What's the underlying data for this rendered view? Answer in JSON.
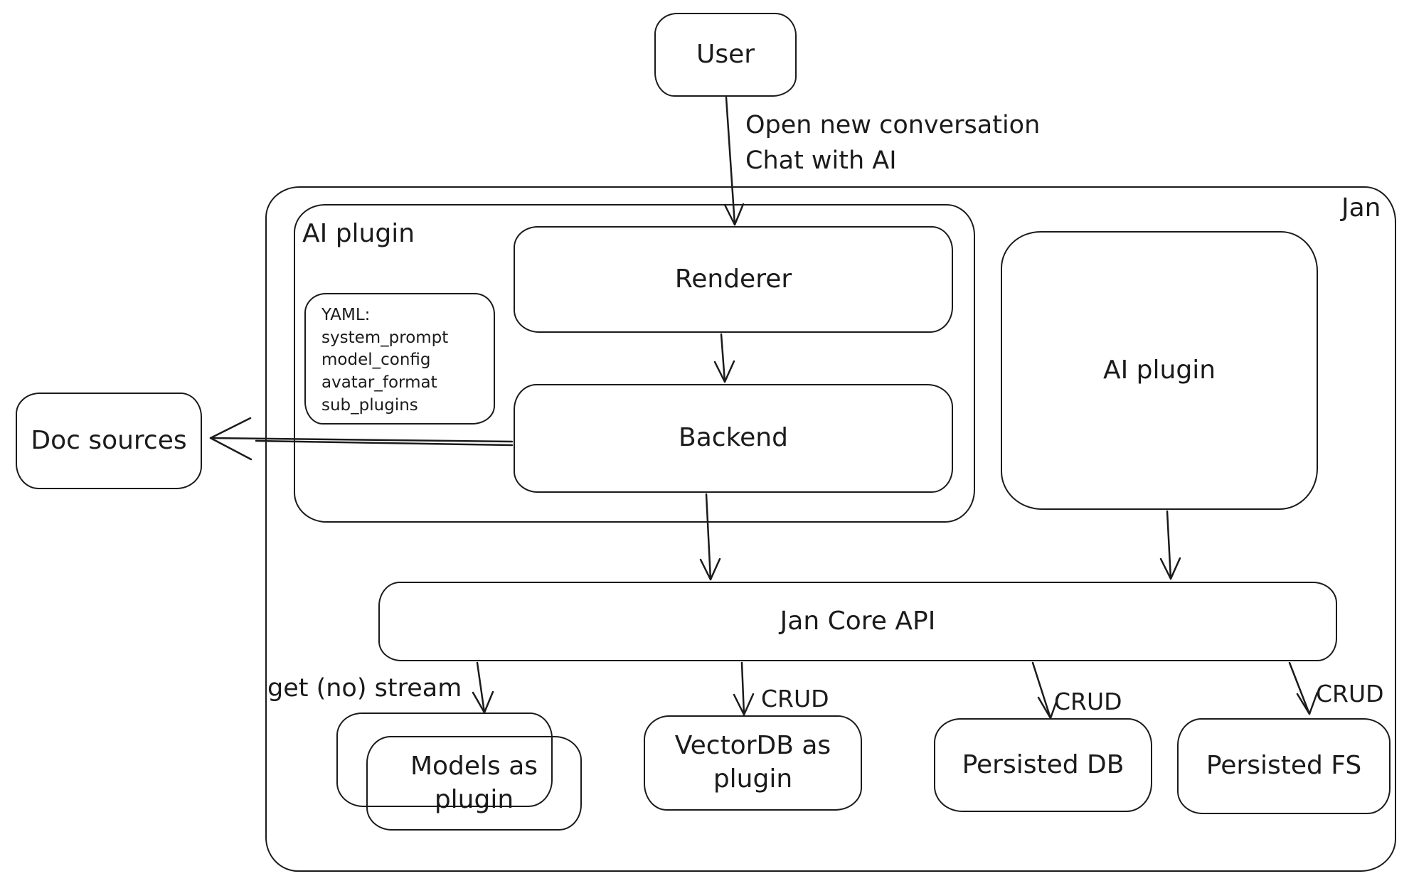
{
  "diagram": {
    "nodes": {
      "user": {
        "label": "User"
      },
      "jan_container": {
        "label": "Jan"
      },
      "ai_plugin_container": {
        "label": "AI plugin"
      },
      "renderer": {
        "label": "Renderer"
      },
      "yaml_note": {
        "lines": [
          "YAML:",
          "system_prompt",
          "model_config",
          "avatar_format",
          "sub_plugins"
        ]
      },
      "backend": {
        "label": "Backend"
      },
      "ai_plugin_right": {
        "label": "AI plugin"
      },
      "doc_sources": {
        "label": "Doc sources"
      },
      "jan_core_api": {
        "label": "Jan Core API"
      },
      "models_as_plugin": {
        "label": "Models as plugin"
      },
      "vectordb_as_plugin": {
        "label": "VectorDB as plugin"
      },
      "persisted_db": {
        "label": "Persisted DB"
      },
      "persisted_fs": {
        "label": "Persisted FS"
      }
    },
    "edge_labels": {
      "user_to_renderer_line1": "Open new conversation",
      "user_to_renderer_line2": "Chat with AI",
      "api_to_models": "get (no) stream",
      "api_to_vectordb": "CRUD",
      "api_to_persisted_db": "CRUD",
      "api_to_persisted_fs": "CRUD"
    },
    "colors": {
      "stroke": "#1b1b1b",
      "background": "#ffffff"
    }
  }
}
